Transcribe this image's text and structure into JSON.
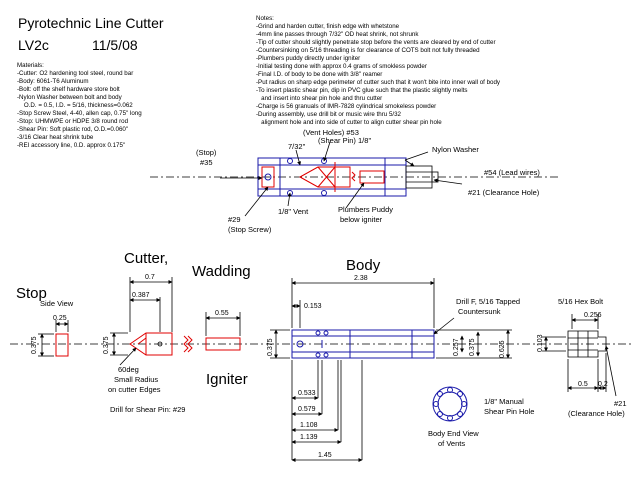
{
  "title": "Pyrotechnic Line Cutter",
  "subtitle_rev": "LV2c",
  "subtitle_date": "11/5/08",
  "materials": {
    "heading": "Materials:",
    "lines": [
      "-Cutter: O2 hardening tool steel, round bar",
      "-Body: 6061-T6 Aluminum",
      "-Bolt: off the shelf hardware store bolt",
      "-Nylon Washer between bolt and body",
      "    O.D. = 0.5, I.D. = 5/16, thickness=0.062",
      "-Stop Screw Steel, 4-40, allen cap, 0.75\" long",
      "-Stop: UHMWPE or HDPE 3/8 round rod",
      "-Shear Pin: Soft plastic rod, O.D.=0.060\"",
      "-3/16 Clear heat shrink tube",
      "-REI accessory line, 0.D. approx 0.175\""
    ]
  },
  "notes": {
    "heading": "Notes:",
    "lines": [
      "-Grind and harden cutter, finish edge with whetstone",
      "-4mm line passes through 7/32\" OD heat shrink, not shrunk",
      "-Tip of cutter should slightly penetrate stop before the vents are cleared by end of cutter",
      "-Countersinking on 5/16 threading is for clearance of COTS bolt not fully threaded",
      "-Plumbers puddy directly under igniter",
      "-Initial testing done with approx 0.4 grams of smokless powder",
      "-Final I.D. of body to be done with 3/8\" reamer",
      "-Put radius on sharp edge perimeter of cutter such that it won't bite into inner wall of body",
      "-To insert plastic shear pin, dip in PVC glue such that the plastic slightly melts",
      "   and insert into shear pin hole and thru cutter",
      "-Charge is 56 granuals of IMR-7828 cylindrical smokeless powder",
      "-During assembly, use drill bit or music wire thru 5/32",
      "   alignment hole and into side of cutter to align cutter shear pin hole"
    ]
  },
  "assembly_labels": {
    "stop": "(Stop)",
    "stop_num": "#35",
    "seven_32": "7/32\"",
    "vent_holes": "(Vent Holes) #53",
    "shear_pin": "(Shear Pin) 1/8\"",
    "nylon_washer": "Nylon Washer",
    "lead_wires": "#54 (Lead wires)",
    "clearance_hole": "#21 (Clearance Hole)",
    "stop_screw_num": "#29",
    "stop_screw": "(Stop Screw)",
    "vent": "1/8\" Vent",
    "plumbers_1": "Plumbers Puddy",
    "plumbers_2": "below igniter"
  },
  "parts": {
    "stop": "Stop",
    "stop_view": "Side View",
    "cutter": "Cutter,",
    "wadding": "Wadding",
    "igniter": "Igniter",
    "body": "Body",
    "hex_bolt": "5/16 Hex Bolt"
  },
  "dimensions": {
    "stop_len": "0.25",
    "stop_dia": "0.375",
    "cutter_len": "0.7",
    "cutter_cone": "0.387",
    "cutter_dia": "0.375",
    "wadding_len": "0.55",
    "body_len": "2.38",
    "body_153": "0.153",
    "body_dia_a": "0.375",
    "body_dia_b": "0.625",
    "body_dia_c": "0.375",
    "body_dia_d": "0.257",
    "body_533": "0.533",
    "body_579": "0.579",
    "body_1108": "1.108",
    "body_1139": "1.139",
    "body_145": "1.45",
    "bolt_256": "0.256",
    "bolt_103": "0.103",
    "bolt_05": "0.5",
    "bolt_02": "0.2"
  },
  "other_labels": {
    "angle": "60deg",
    "radius_1": "Small Radius",
    "radius_2": "on cutter Edges",
    "drill_shear": "Drill for Shear Pin: #29",
    "drill_f_1": "Drill F, 5/16 Tapped",
    "drill_f_2": "Countersunk",
    "manual_1": "1/8\" Manual",
    "manual_2": "Shear Pin Hole",
    "end_view_1": "Body End View",
    "end_view_2": "of Vents",
    "bolt_hole_num": "#21",
    "bolt_hole": "(Clearance Hole)"
  },
  "colors": {
    "outline": "#000000",
    "body": "#1a1aaa",
    "pyro": "#e00000"
  }
}
